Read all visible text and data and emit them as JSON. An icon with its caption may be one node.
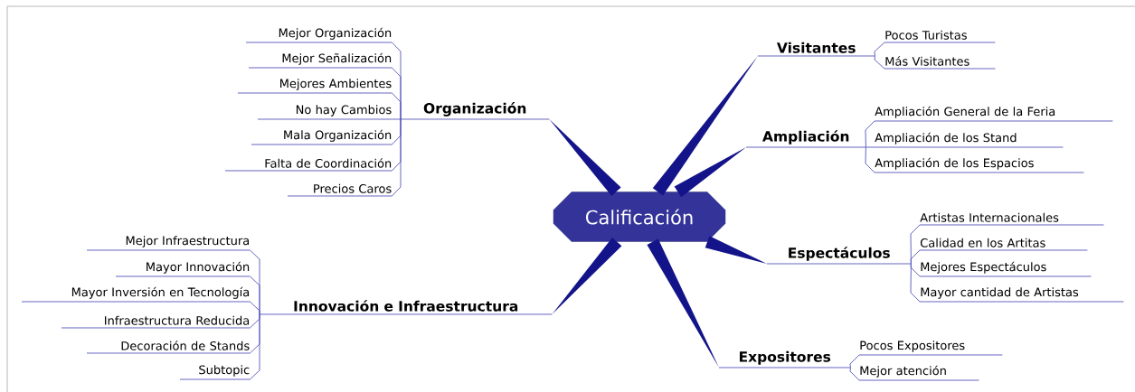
{
  "diagram": {
    "nodes": [
      {
        "text": [
          "Calificación"
        ]
      },
      {
        "text": [
          "Organización"
        ]
      },
      {
        "text": [
          "Mejor Organización"
        ]
      },
      {
        "text": [
          "Mejor Señalización"
        ]
      },
      {
        "text": [
          "Mejores Ambientes"
        ]
      },
      {
        "text": [
          "No hay Cambios"
        ]
      },
      {
        "text": [
          "Mala Organización"
        ]
      },
      {
        "text": [
          "Falta de Coordinación"
        ]
      },
      {
        "text": [
          "Precios Caros"
        ]
      },
      {
        "text": [
          "Innovación e Infraestructura"
        ]
      },
      {
        "text": [
          "Mejor Infraestructura"
        ]
      },
      {
        "text": [
          "Mayor Innovación"
        ]
      },
      {
        "text": [
          "Mayor Inversión en Tecnología"
        ]
      },
      {
        "text": [
          "Infraestructura Reducida"
        ]
      },
      {
        "text": [
          "Decoración de Stands"
        ]
      },
      {
        "text": [
          "Subtopic"
        ]
      },
      {
        "text": [
          "Visitantes"
        ]
      },
      {
        "text": [
          "Pocos Turistas"
        ]
      },
      {
        "text": [
          "Más Visitantes"
        ]
      },
      {
        "text": [
          "Ampliación"
        ]
      },
      {
        "text": [
          "Ampliación General de la Feria"
        ]
      },
      {
        "text": [
          "Ampliación de los Stand"
        ]
      },
      {
        "text": [
          "Ampliación de los Espacios"
        ]
      },
      {
        "text": [
          "Espectáculos"
        ]
      },
      {
        "text": [
          "Artistas Internacionales"
        ]
      },
      {
        "text": [
          "Calidad en los Artitas"
        ]
      },
      {
        "text": [
          "Mejores Espectáculos"
        ]
      },
      {
        "text": [
          "Mayor cantidad de Artistas"
        ]
      },
      {
        "text": [
          "Expositores"
        ]
      },
      {
        "text": [
          "Pocos Expositores"
        ]
      },
      {
        "text": [
          "Mejor atención"
        ]
      }
    ],
    "edges": [
      {
        "from": 0,
        "to": 1,
        "arrow": "none"
      },
      {
        "from": 1,
        "to": 2,
        "arrow": "none"
      },
      {
        "from": 1,
        "to": 3,
        "arrow": "none"
      },
      {
        "from": 1,
        "to": 4,
        "arrow": "none"
      },
      {
        "from": 1,
        "to": 5,
        "arrow": "none"
      },
      {
        "from": 1,
        "to": 6,
        "arrow": "none"
      },
      {
        "from": 1,
        "to": 7,
        "arrow": "none"
      },
      {
        "from": 1,
        "to": 8,
        "arrow": "none"
      },
      {
        "from": 0,
        "to": 9,
        "arrow": "none"
      },
      {
        "from": 9,
        "to": 10,
        "arrow": "none"
      },
      {
        "from": 9,
        "to": 11,
        "arrow": "none"
      },
      {
        "from": 9,
        "to": 12,
        "arrow": "none"
      },
      {
        "from": 9,
        "to": 13,
        "arrow": "none"
      },
      {
        "from": 9,
        "to": 14,
        "arrow": "none"
      },
      {
        "from": 9,
        "to": 15,
        "arrow": "none"
      },
      {
        "from": 0,
        "to": 16,
        "arrow": "none"
      },
      {
        "from": 16,
        "to": 17,
        "arrow": "none"
      },
      {
        "from": 16,
        "to": 18,
        "arrow": "none"
      },
      {
        "from": 0,
        "to": 19,
        "arrow": "none"
      },
      {
        "from": 19,
        "to": 20,
        "arrow": "none"
      },
      {
        "from": 19,
        "to": 21,
        "arrow": "none"
      },
      {
        "from": 19,
        "to": 22,
        "arrow": "none"
      },
      {
        "from": 0,
        "to": 23,
        "arrow": "none"
      },
      {
        "from": 23,
        "to": 24,
        "arrow": "none"
      },
      {
        "from": 23,
        "to": 25,
        "arrow": "none"
      },
      {
        "from": 23,
        "to": 26,
        "arrow": "none"
      },
      {
        "from": 23,
        "to": 27,
        "arrow": "none"
      },
      {
        "from": 0,
        "to": 28,
        "arrow": "none"
      },
      {
        "from": 28,
        "to": 29,
        "arrow": "none"
      },
      {
        "from": 28,
        "to": 30,
        "arrow": "none"
      }
    ]
  }
}
